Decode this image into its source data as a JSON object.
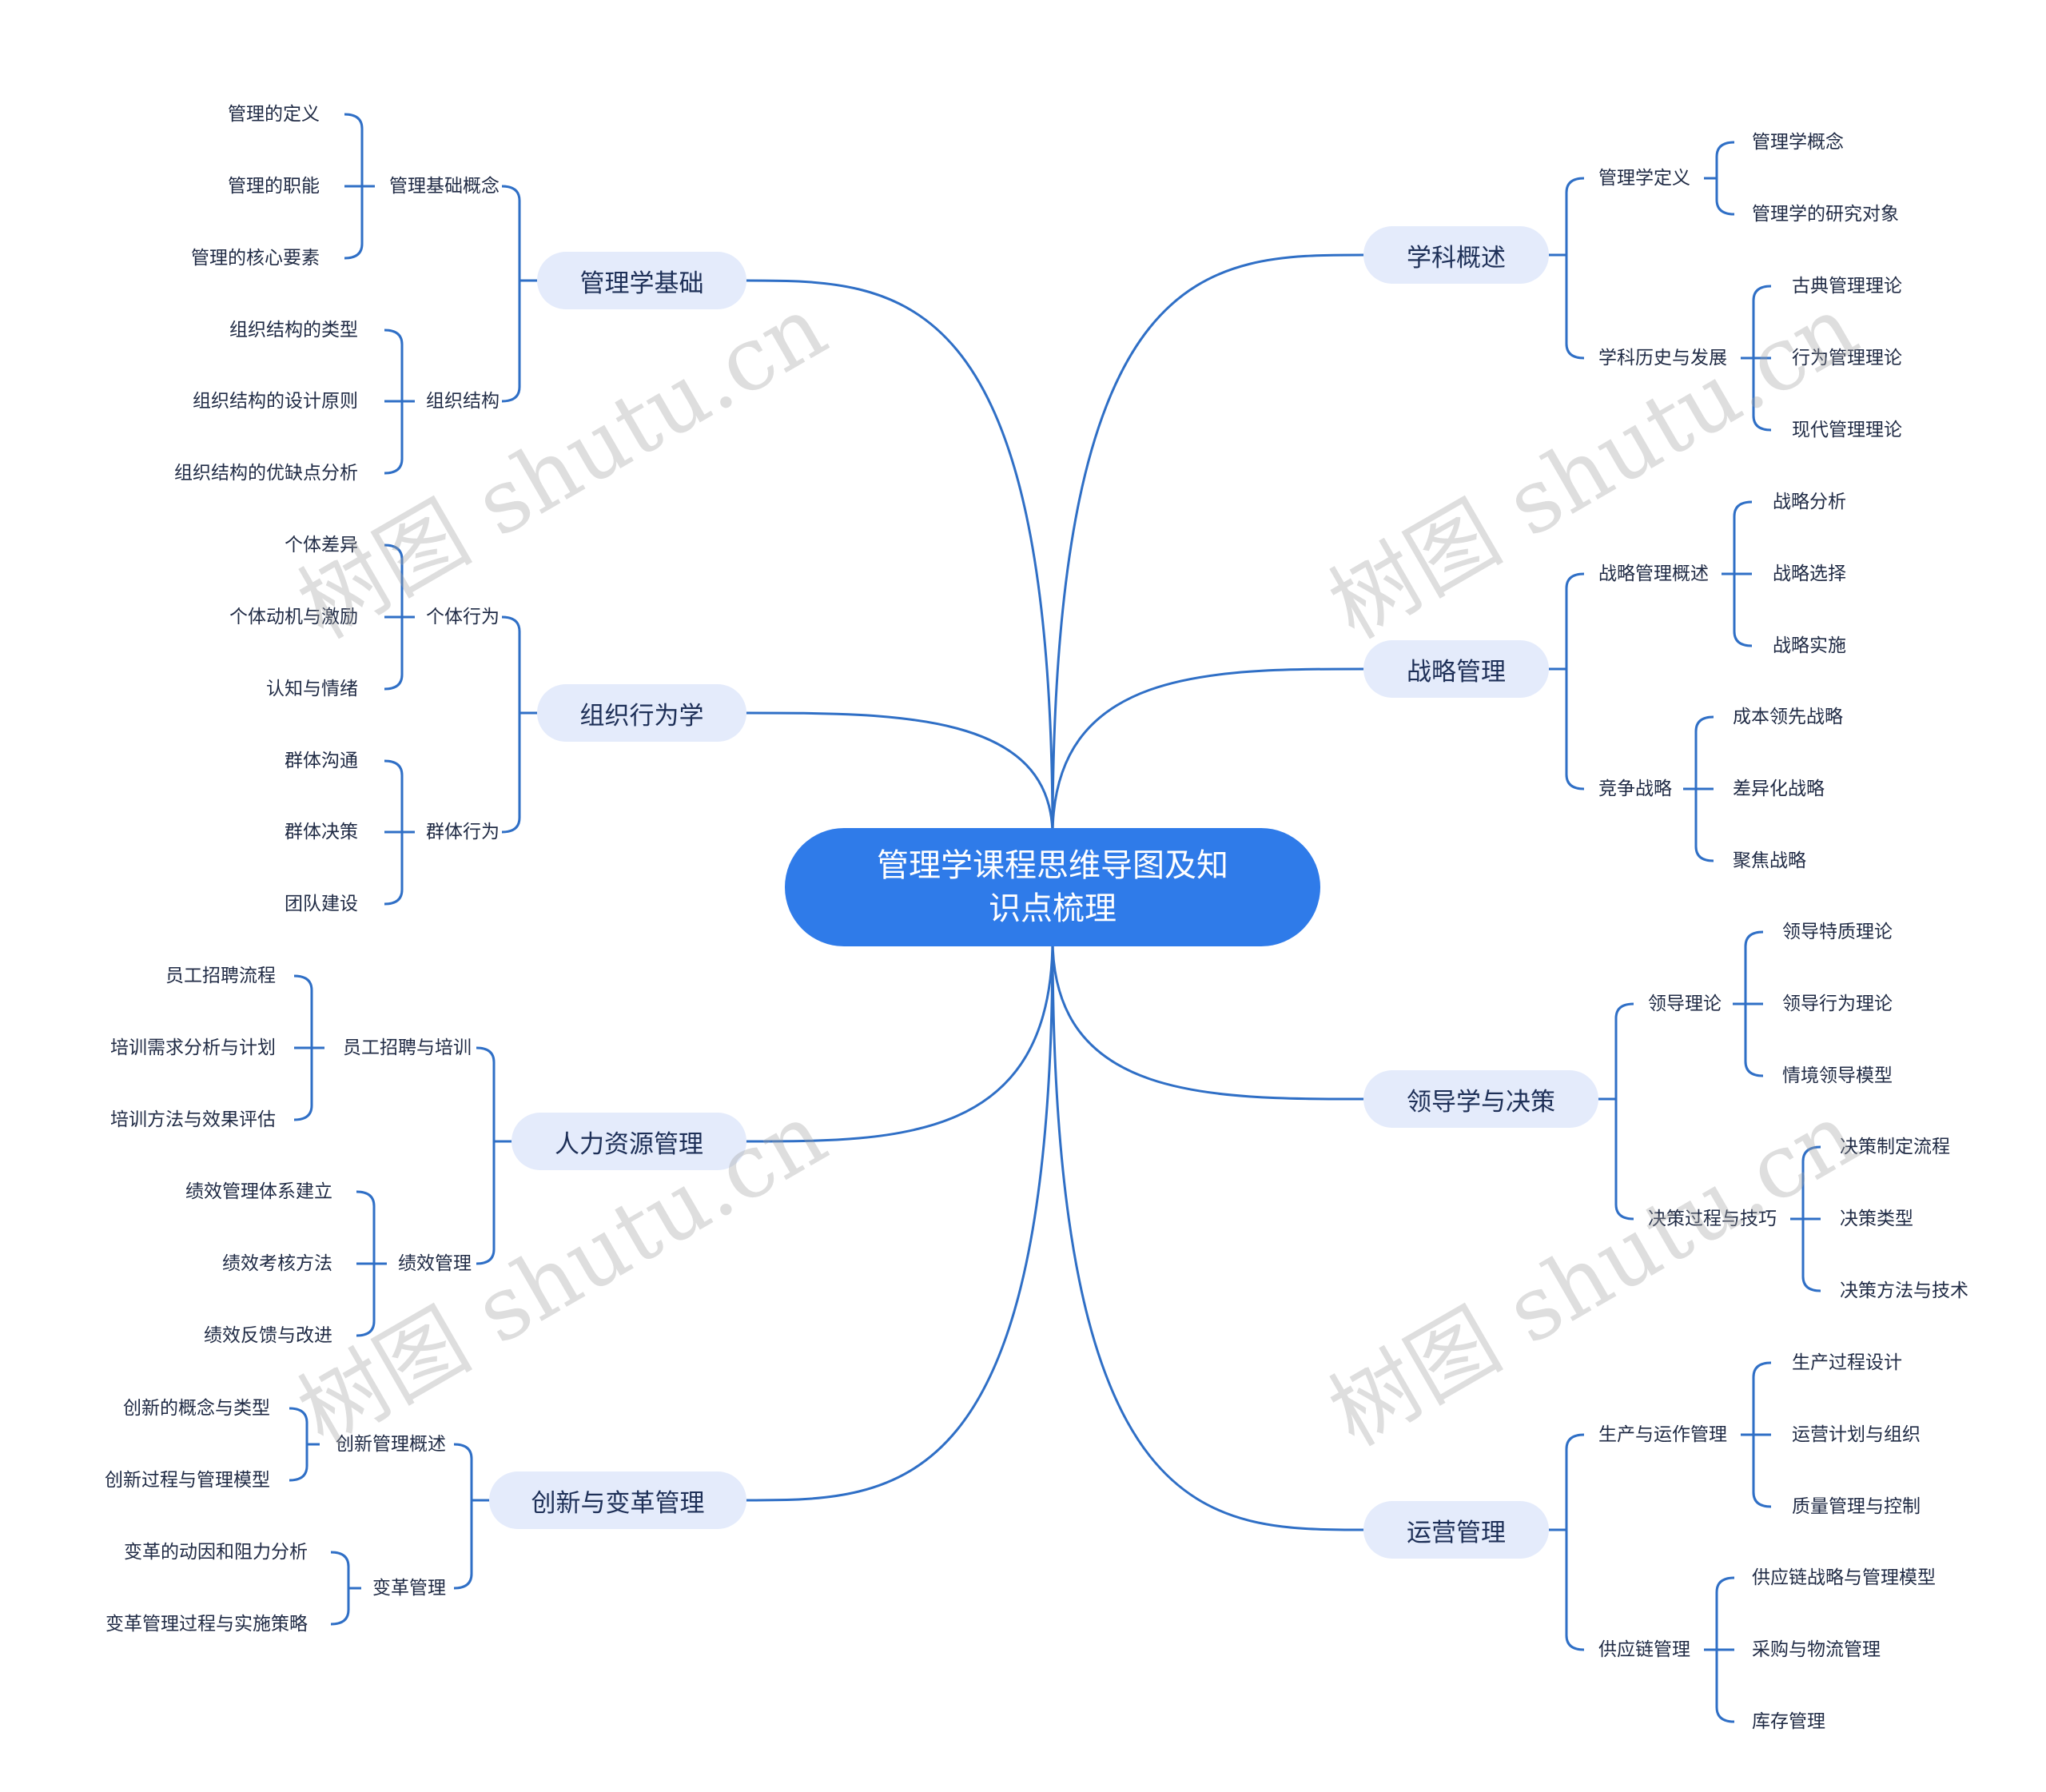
{
  "root": {
    "title_line1": "管理学课程思维导图及知",
    "title_line2": "识点梳理"
  },
  "watermark": "树图 shutu.cn",
  "colors": {
    "line": "#2f6fc6",
    "root_bg": "#2f7be9",
    "main_bg": "#e4ebfb",
    "text": "#1f2a44"
  },
  "branches": [
    {
      "label": "管理学基础",
      "side": "left",
      "children": [
        {
          "label": "管理基础概念",
          "children": [
            "管理的定义",
            "管理的职能",
            "管理的核心要素"
          ]
        },
        {
          "label": "组织结构",
          "children": [
            "组织结构的类型",
            "组织结构的设计原则",
            "组织结构的优缺点分析"
          ]
        }
      ]
    },
    {
      "label": "组织行为学",
      "side": "left",
      "children": [
        {
          "label": "个体行为",
          "children": [
            "个体差异",
            "个体动机与激励",
            "认知与情绪"
          ]
        },
        {
          "label": "群体行为",
          "children": [
            "群体沟通",
            "群体决策",
            "团队建设"
          ]
        }
      ]
    },
    {
      "label": "人力资源管理",
      "side": "left",
      "children": [
        {
          "label": "员工招聘与培训",
          "children": [
            "员工招聘流程",
            "培训需求分析与计划",
            "培训方法与效果评估"
          ]
        },
        {
          "label": "绩效管理",
          "children": [
            "绩效管理体系建立",
            "绩效考核方法",
            "绩效反馈与改进"
          ]
        }
      ]
    },
    {
      "label": "创新与变革管理",
      "side": "left",
      "children": [
        {
          "label": "创新管理概述",
          "children": [
            "创新的概念与类型",
            "创新过程与管理模型"
          ]
        },
        {
          "label": "变革管理",
          "children": [
            "变革的动因和阻力分析",
            "变革管理过程与实施策略"
          ]
        }
      ]
    },
    {
      "label": "学科概述",
      "side": "right",
      "children": [
        {
          "label": "管理学定义",
          "children": [
            "管理学概念",
            "管理学的研究对象"
          ]
        },
        {
          "label": "学科历史与发展",
          "children": [
            "古典管理理论",
            "行为管理理论",
            "现代管理理论"
          ]
        }
      ]
    },
    {
      "label": "战略管理",
      "side": "right",
      "children": [
        {
          "label": "战略管理概述",
          "children": [
            "战略分析",
            "战略选择",
            "战略实施"
          ]
        },
        {
          "label": "竞争战略",
          "children": [
            "成本领先战略",
            "差异化战略",
            "聚焦战略"
          ]
        }
      ]
    },
    {
      "label": "领导学与决策",
      "side": "right",
      "children": [
        {
          "label": "领导理论",
          "children": [
            "领导特质理论",
            "领导行为理论",
            "情境领导模型"
          ]
        },
        {
          "label": "决策过程与技巧",
          "children": [
            "决策制定流程",
            "决策类型",
            "决策方法与技术"
          ]
        }
      ]
    },
    {
      "label": "运营管理",
      "side": "right",
      "children": [
        {
          "label": "生产与运作管理",
          "children": [
            "生产过程设计",
            "运营计划与组织",
            "质量管理与控制"
          ]
        },
        {
          "label": "供应链管理",
          "children": [
            "供应链战略与管理模型",
            "采购与物流管理",
            "库存管理"
          ]
        }
      ]
    }
  ]
}
